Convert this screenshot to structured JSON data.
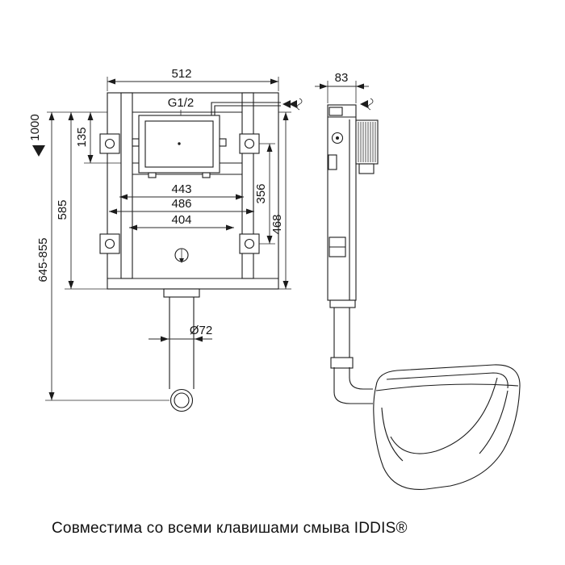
{
  "colors": {
    "line": "#1c1c1c",
    "background": "#ffffff"
  },
  "symbols": {
    "water_supply": "double-wave-arrow",
    "level_mark": "filled-down-triangle",
    "drain": "drain-outlet-circle"
  },
  "dims": {
    "width_overall": "512",
    "inlet_thread": "G1/2",
    "depth": "83",
    "level": "1000",
    "panel_height": "135",
    "body_height": "585",
    "install_range": "645-855",
    "width_inner": "443",
    "width_outer": "486",
    "width_tank": "404",
    "height_inner": "356",
    "height_outer": "468",
    "drain_diameter": "Ø72"
  },
  "caption": "Совместима со всеми клавишами смыва IDDIS®"
}
